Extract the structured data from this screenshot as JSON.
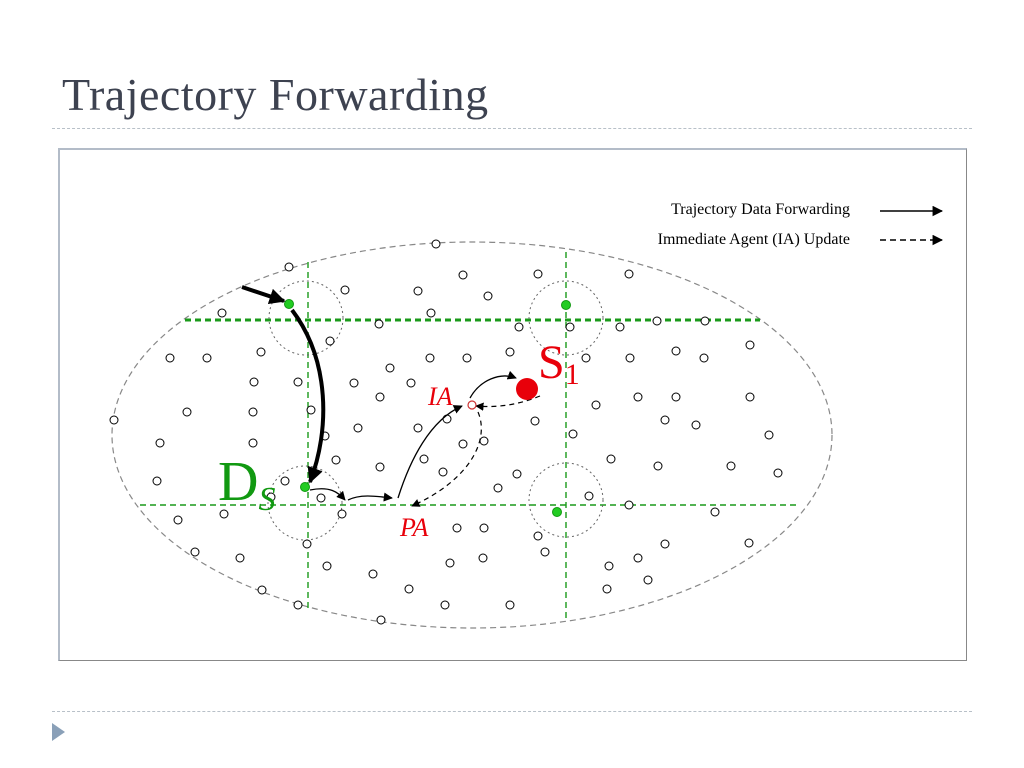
{
  "slide": {
    "title": "Trajectory Forwarding"
  },
  "legend": {
    "forwarding": "Trajectory Data Forwarding",
    "ia_update": "Immediate Agent (IA) Update"
  },
  "labels": {
    "destination_main": "D",
    "destination_sub": "S",
    "source_main": "S",
    "source_sub": "1",
    "ia": "IA",
    "pa": "PA"
  },
  "colors": {
    "title": "#3d4250",
    "grid": "#1a9a1a",
    "source": "#e8000a",
    "green_node": "#22cc22",
    "label_red": "#e8000a",
    "label_green": "#119911"
  }
}
